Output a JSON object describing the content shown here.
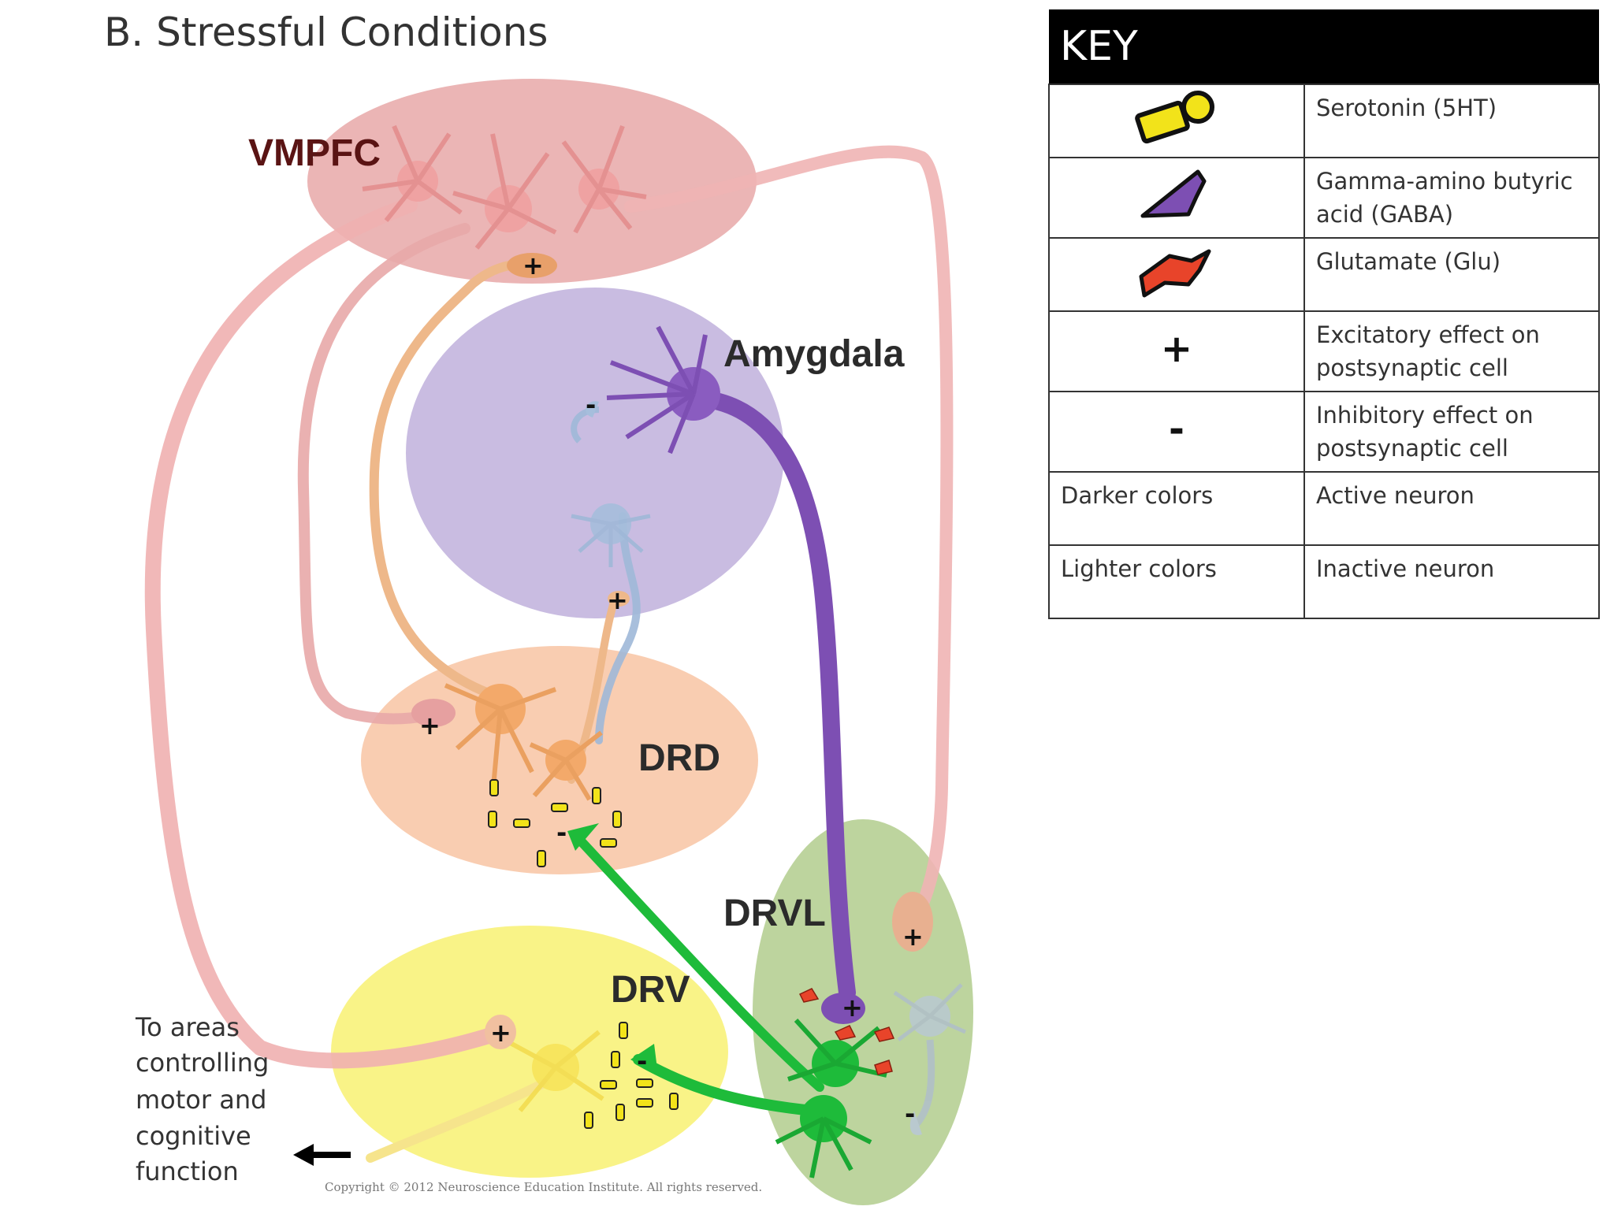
{
  "title": "B. Stressful Conditions",
  "regions": {
    "vmpfc": "VMPFC",
    "amygdala": "Amygdala",
    "drd": "DRD",
    "drvl": "DRVL",
    "drv": "DRV"
  },
  "signs": {
    "plus": "+",
    "minus": "-"
  },
  "caption": [
    "To areas",
    "controlling",
    "motor and",
    "cognitive",
    "function"
  ],
  "copyright": "Copyright © 2012 Neuroscience Education Institute.  All rights reserved.",
  "key": {
    "header": "KEY",
    "rows": [
      {
        "symbol": "serotonin-icon",
        "label": "Serotonin (5HT)"
      },
      {
        "symbol": "gaba-icon",
        "label": "Gamma-amino butyric acid (GABA)"
      },
      {
        "symbol": "glutamate-icon",
        "label": "Glutamate (Glu)"
      },
      {
        "symbol": "+",
        "label": "Excitatory effect on postsynaptic cell"
      },
      {
        "symbol": "-",
        "label": "Inhibitory effect on postsynaptic cell"
      },
      {
        "symbol": "Darker colors",
        "label": "Active neuron"
      },
      {
        "symbol": "Lighter colors",
        "label": "Inactive neuron"
      }
    ]
  },
  "colors": {
    "vmpfc": "#e8a8a8",
    "amygdala": "#b8a8d8",
    "drd": "#f8c8a8",
    "drvl": "#b8d098",
    "drv": "#f8f080",
    "serotonin": "#f2e31a",
    "gaba": "#7d4fb3",
    "glutamate": "#e8442a",
    "green_neuron": "#1ebb3a"
  }
}
